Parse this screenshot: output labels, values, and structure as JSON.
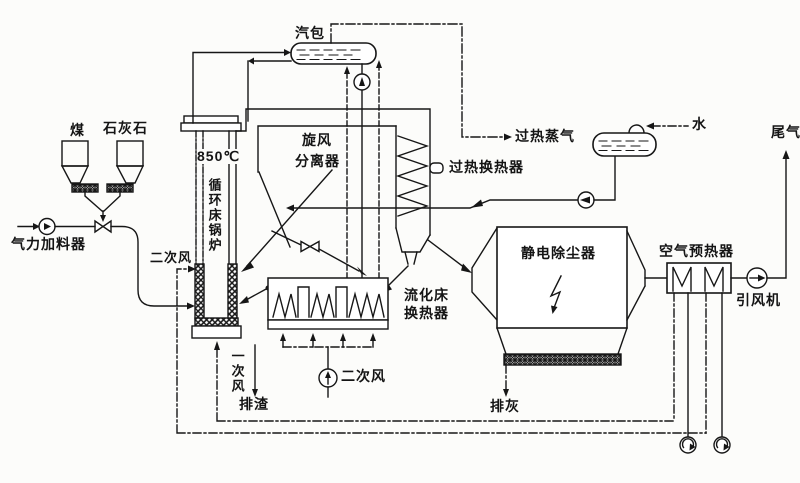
{
  "diagram_type": "circulating-fluidized-bed-boiler-system-schematic",
  "colors": {
    "ink": "#161616",
    "background": "#fcfcfa"
  },
  "labels": {
    "coal": "煤",
    "limestone": "石灰石",
    "pneumatic_feeder": "气力加料器",
    "secondary_air_furnace": "二次风",
    "furnace_temperature": "850℃",
    "boiler_vertical": "循环床锅炉",
    "steam_drum": "汽包",
    "cyclone_line1": "旋风",
    "cyclone_line2": "分离器",
    "superheated_steam": "过热蒸气",
    "superheater": "过热换热器",
    "water": "水",
    "tail_gas": "尾气",
    "esp": "静电除尘器",
    "air_preheater": "空气预热器",
    "id_fan": "引风机",
    "fbhe_line1": "流化床",
    "fbhe_line2": "换热器",
    "secondary_air_fbhe": "二次风",
    "primary_air_vertical": "一次风",
    "slag_discharge": "排渣",
    "ash_discharge": "排灰"
  }
}
